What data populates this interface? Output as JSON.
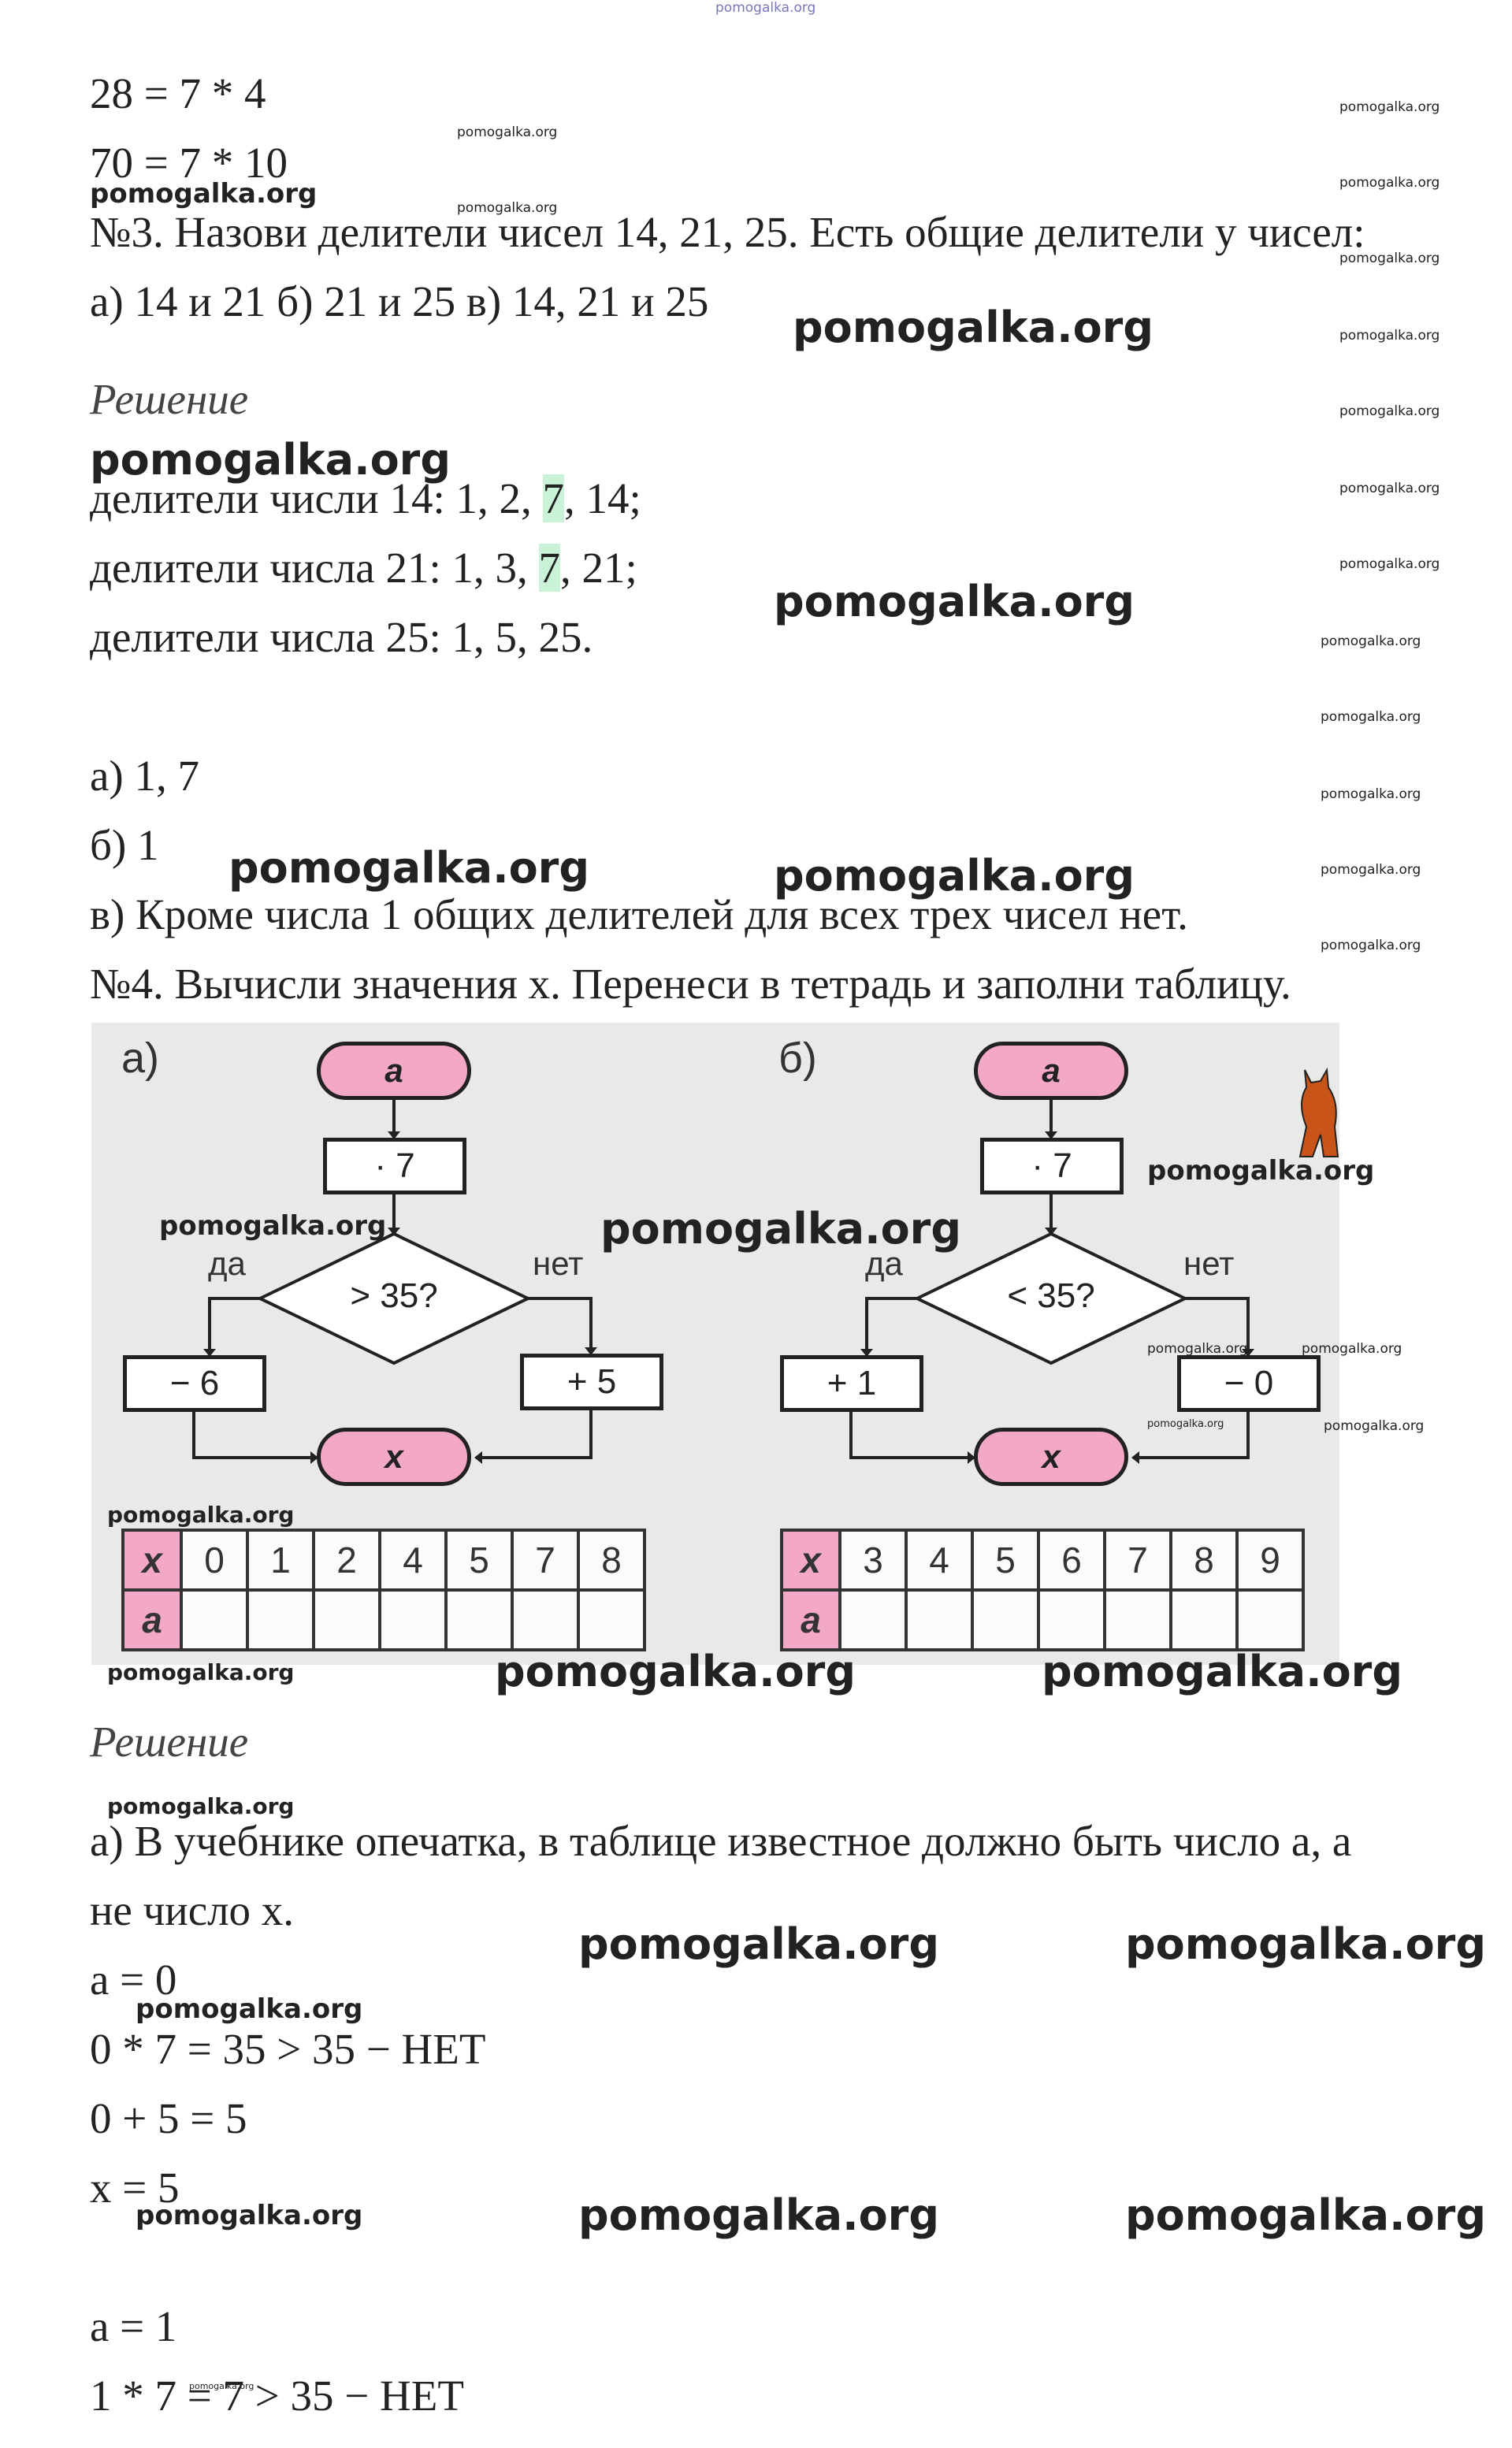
{
  "top_watermark": "pomogalka.org",
  "lines": {
    "l1": "28 = 7 * 4",
    "l2": "70 = 7 * 10",
    "task3": "№3. Назови делители чисел 14, 21, 25. Есть общие делители у чисел:",
    "task3_options": "а) 14 и 21   б) 21 и 25   в) 14, 21 и 25",
    "solution_heading": "Решение",
    "div14_pre": "делители числи 14: 1, 2, ",
    "div14_hl": "7",
    "div14_post": ", 14;",
    "div21_pre": "делители числа 21: 1, 3, ",
    "div21_hl": "7",
    "div21_post": ", 21;",
    "div25": "делители числа 25: 1, 5, 25.",
    "ans_a": "а) 1, 7",
    "ans_b": "б) 1",
    "ans_c": "в) Кроме числа 1 общих делителей для всех трех чисел нет.",
    "task4": "№4. Вычисли значения x. Перенеси в тетрадь и заполни таблицу.",
    "solution_heading2": "Решение",
    "sol_a1": "а) В учебнике опечатка, в таблице известное должно быть число а, а",
    "sol_a2": "не число x.",
    "a0": "а = 0",
    "calc1": "0 * 7 = 35 > 35 − НЕТ",
    "calc2": "0 + 5 = 5",
    "x5": "x = 5",
    "a1": "а = 1",
    "calc3": "1 * 7 = 7 > 35 − НЕТ"
  },
  "figure": {
    "panel_a": {
      "label": "а)",
      "start": "a",
      "op": "· 7",
      "condition": "> 35?",
      "yes": "да",
      "no": "нет",
      "yes_op": "− 6",
      "no_op": "+ 5",
      "result": "x",
      "table": {
        "row1_head": "x",
        "row1": [
          "0",
          "1",
          "2",
          "4",
          "5",
          "7",
          "8"
        ],
        "row2_head": "a",
        "row2": [
          "",
          "",
          "",
          "",
          "",
          "",
          ""
        ]
      }
    },
    "panel_b": {
      "label": "б)",
      "start": "a",
      "op": "· 7",
      "condition": "< 35?",
      "yes": "да",
      "no": "нет",
      "yes_op": "+ 1",
      "no_op": "− 0",
      "result": "x",
      "table": {
        "row1_head": "x",
        "row1": [
          "3",
          "4",
          "5",
          "6",
          "7",
          "8",
          "9"
        ],
        "row2_head": "a",
        "row2": [
          "",
          "",
          "",
          "",
          "",
          "",
          ""
        ]
      }
    }
  },
  "watermarks": {
    "text": "pomogalka.org"
  },
  "colors": {
    "highlight": "#c9f2d6",
    "pill_fill": "#f2a8c6",
    "figure_bg": "#e9e9e7"
  }
}
